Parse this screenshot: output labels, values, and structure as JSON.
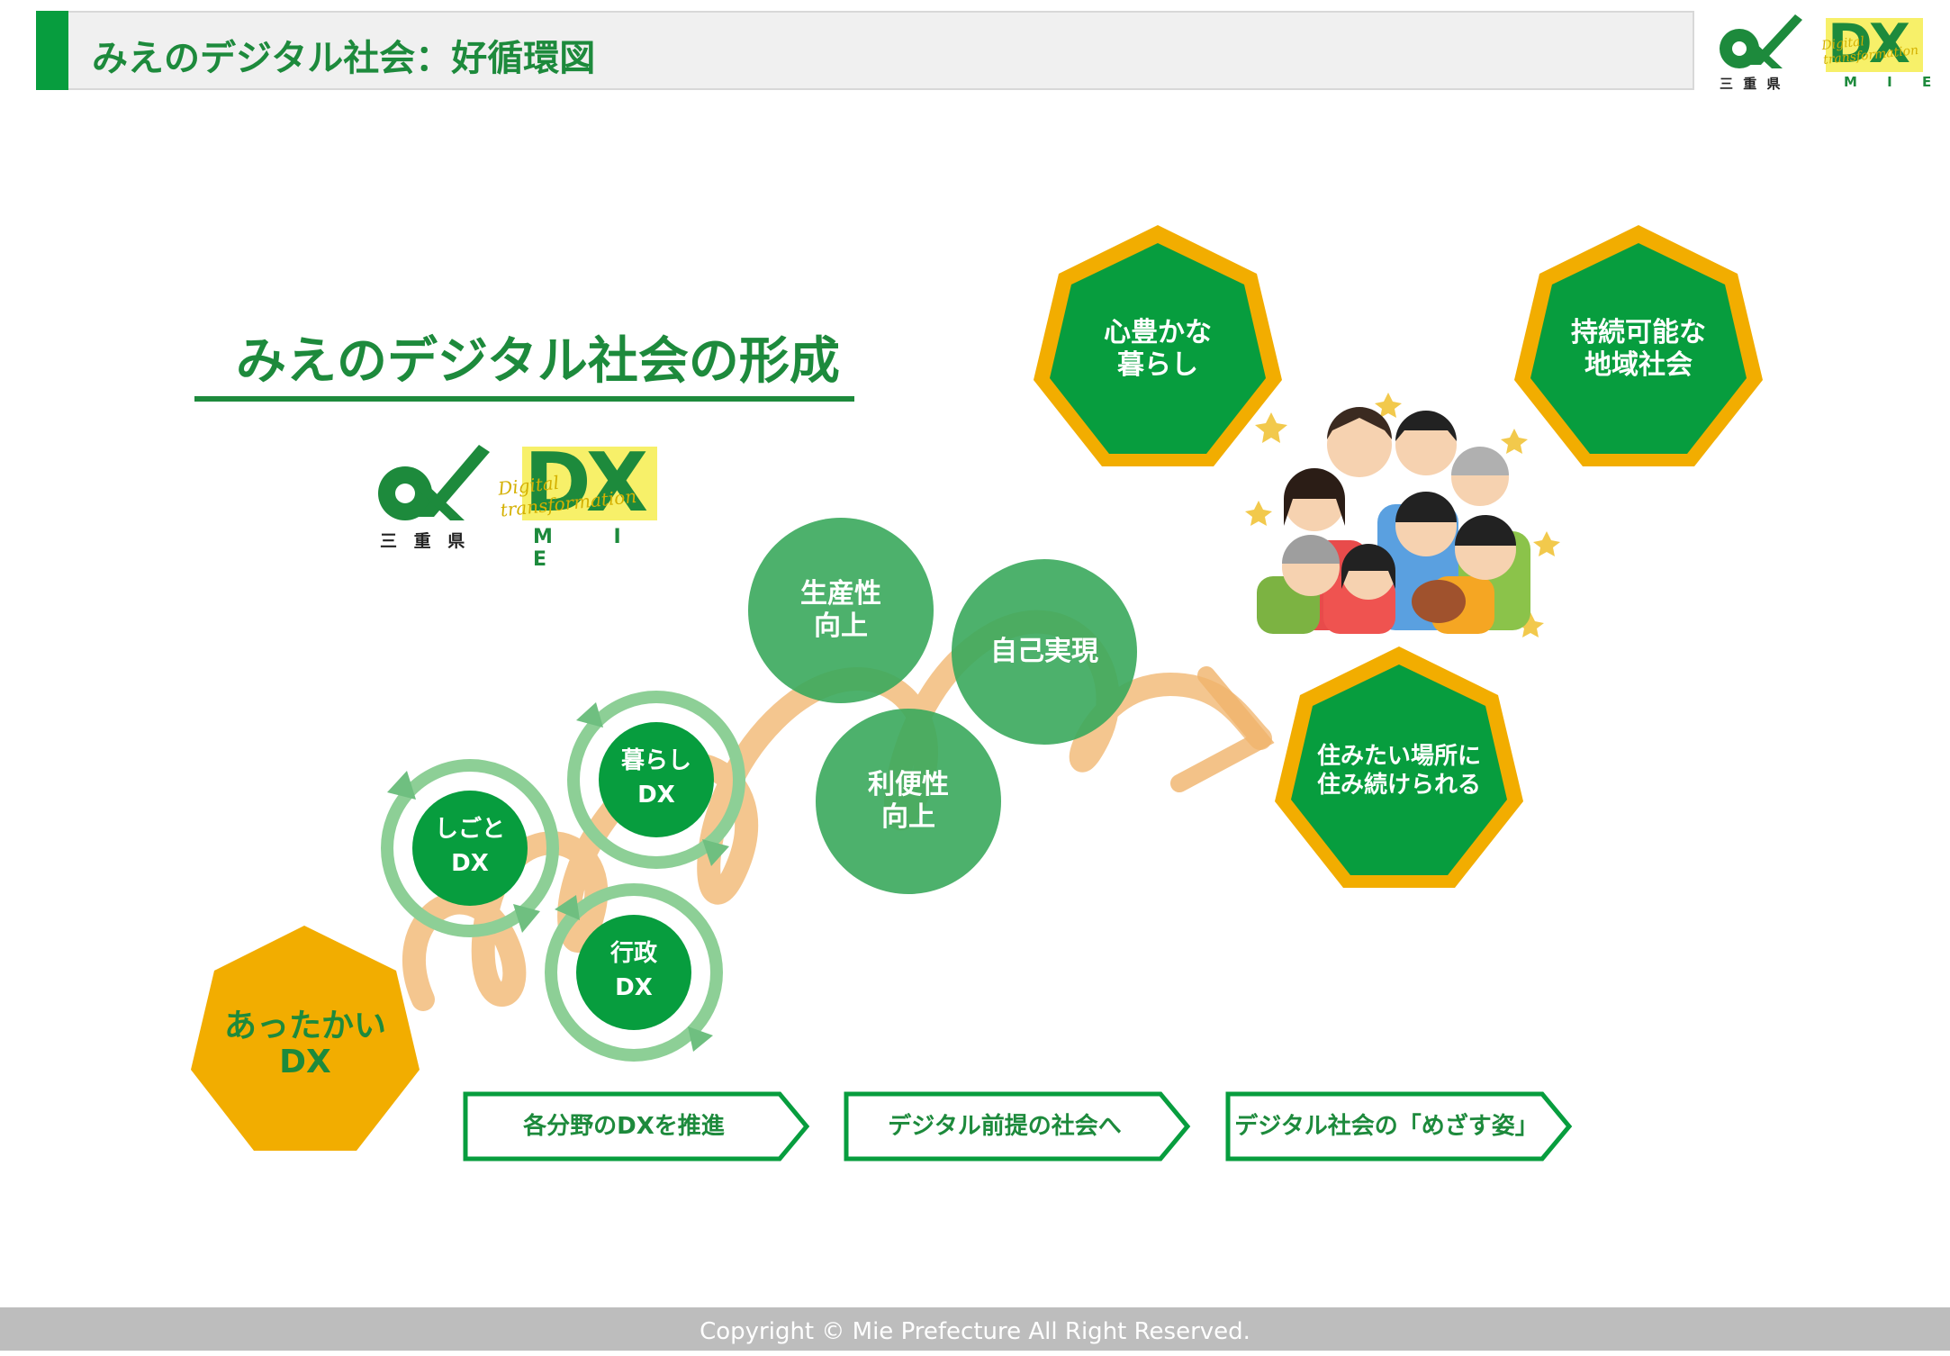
{
  "header": {
    "title": "みえのデジタル社会：好循環図"
  },
  "logos": {
    "pref_caption": "三 重 県",
    "dx_text": "DX",
    "dx_script": "Digital transformation",
    "dx_caption": "M I E"
  },
  "heading": "みえのデジタル社会の形成",
  "cycles": {
    "shigoto": [
      "しごと",
      "DX"
    ],
    "kurashi": [
      "暮らし",
      "DX"
    ],
    "gyosei": [
      "行政",
      "DX"
    ]
  },
  "outcomes": {
    "seisansei": [
      "生産性",
      "向上"
    ],
    "jiko": [
      "自己実現"
    ],
    "ribensei": [
      "利便性",
      "向上"
    ]
  },
  "goals": {
    "kokoro": [
      "心豊かな",
      "暮らし"
    ],
    "jizoku": [
      "持続可能な",
      "地域社会"
    ],
    "sumitai": [
      "住みたい場所に",
      "住み続けられる"
    ]
  },
  "warm_dx": [
    "あったかい",
    "DX"
  ],
  "steps": [
    "各分野のDXを推進",
    "デジタル前提の社会へ",
    "デジタル社会の「めざす姿」"
  ],
  "footer": "Copyright © Mie Prefecture All Right Reserved.",
  "colors": {
    "green": "#079d3e",
    "title_green": "#1d8a3c",
    "light_green": "#4daf6a",
    "gold": "#f2ad00",
    "cycle_arrow": "#8dcf96",
    "scribble": "#f0b36a"
  }
}
